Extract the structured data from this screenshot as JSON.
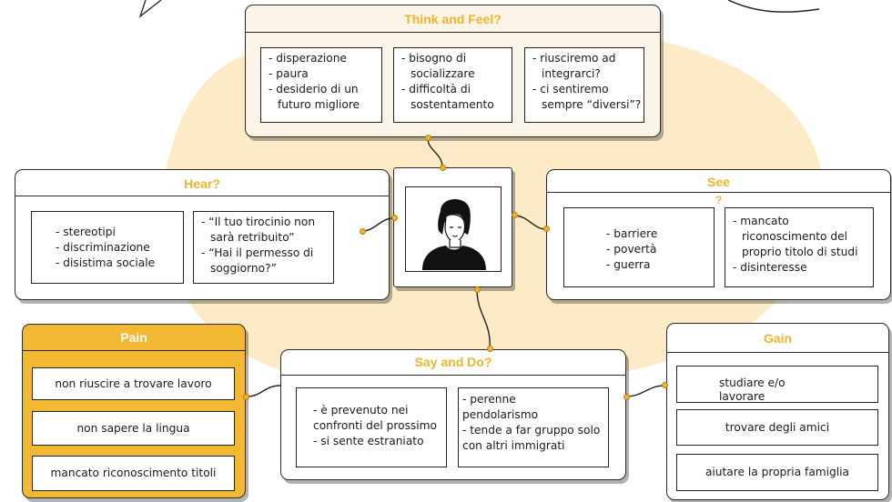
{
  "colors": {
    "accent": "#f0b429",
    "pain_fill": "#f3b832",
    "background_blob": "#fdebc8"
  },
  "think": {
    "title": "Think and Feel?",
    "col1": [
      "- disperazione",
      "- paura",
      "- desiderio di un",
      "futuro migliore"
    ],
    "col2": [
      "- bisogno di",
      "socializzare",
      "- difficoltà di",
      "sostentamento"
    ],
    "col3": [
      "- riusciremo ad",
      "integrarci?",
      "- ci sentiremo",
      "sempre “diversi”?"
    ]
  },
  "hear": {
    "title": "Hear?",
    "col1": [
      "- stereotipi",
      "- discriminazione",
      "- disistima sociale"
    ],
    "col2": [
      "- “Il tuo tirocinio non",
      "sarà retribuito”",
      "- “Hai il permesso di",
      "soggiorno?”"
    ]
  },
  "see": {
    "title_line1": "See",
    "title_line2": "?",
    "col1": [
      "- barriere",
      "- povertà",
      "- guerra"
    ],
    "col2": [
      "- mancato",
      "riconoscimento del",
      "proprio titolo di studi",
      "- disinteresse"
    ]
  },
  "say": {
    "title": "Say and Do?",
    "col1": [
      "- è prevenuto nei",
      "confronti del prossimo",
      "- si  sente estraniato"
    ],
    "col2": [
      "- perenne",
      "pendolarismo",
      "- tende a far gruppo solo",
      "con altri immigrati"
    ]
  },
  "pain": {
    "title": "Pain",
    "items": [
      "non riuscire a trovare lavoro",
      "non sapere la lingua",
      "mancato riconoscimento titoli"
    ]
  },
  "gain": {
    "title": "Gain",
    "item1_line1": "studiare e/o",
    "item1_line2": "lavorare",
    "item2": "trovare degli amici",
    "item3": "aiutare la propria famiglia"
  }
}
